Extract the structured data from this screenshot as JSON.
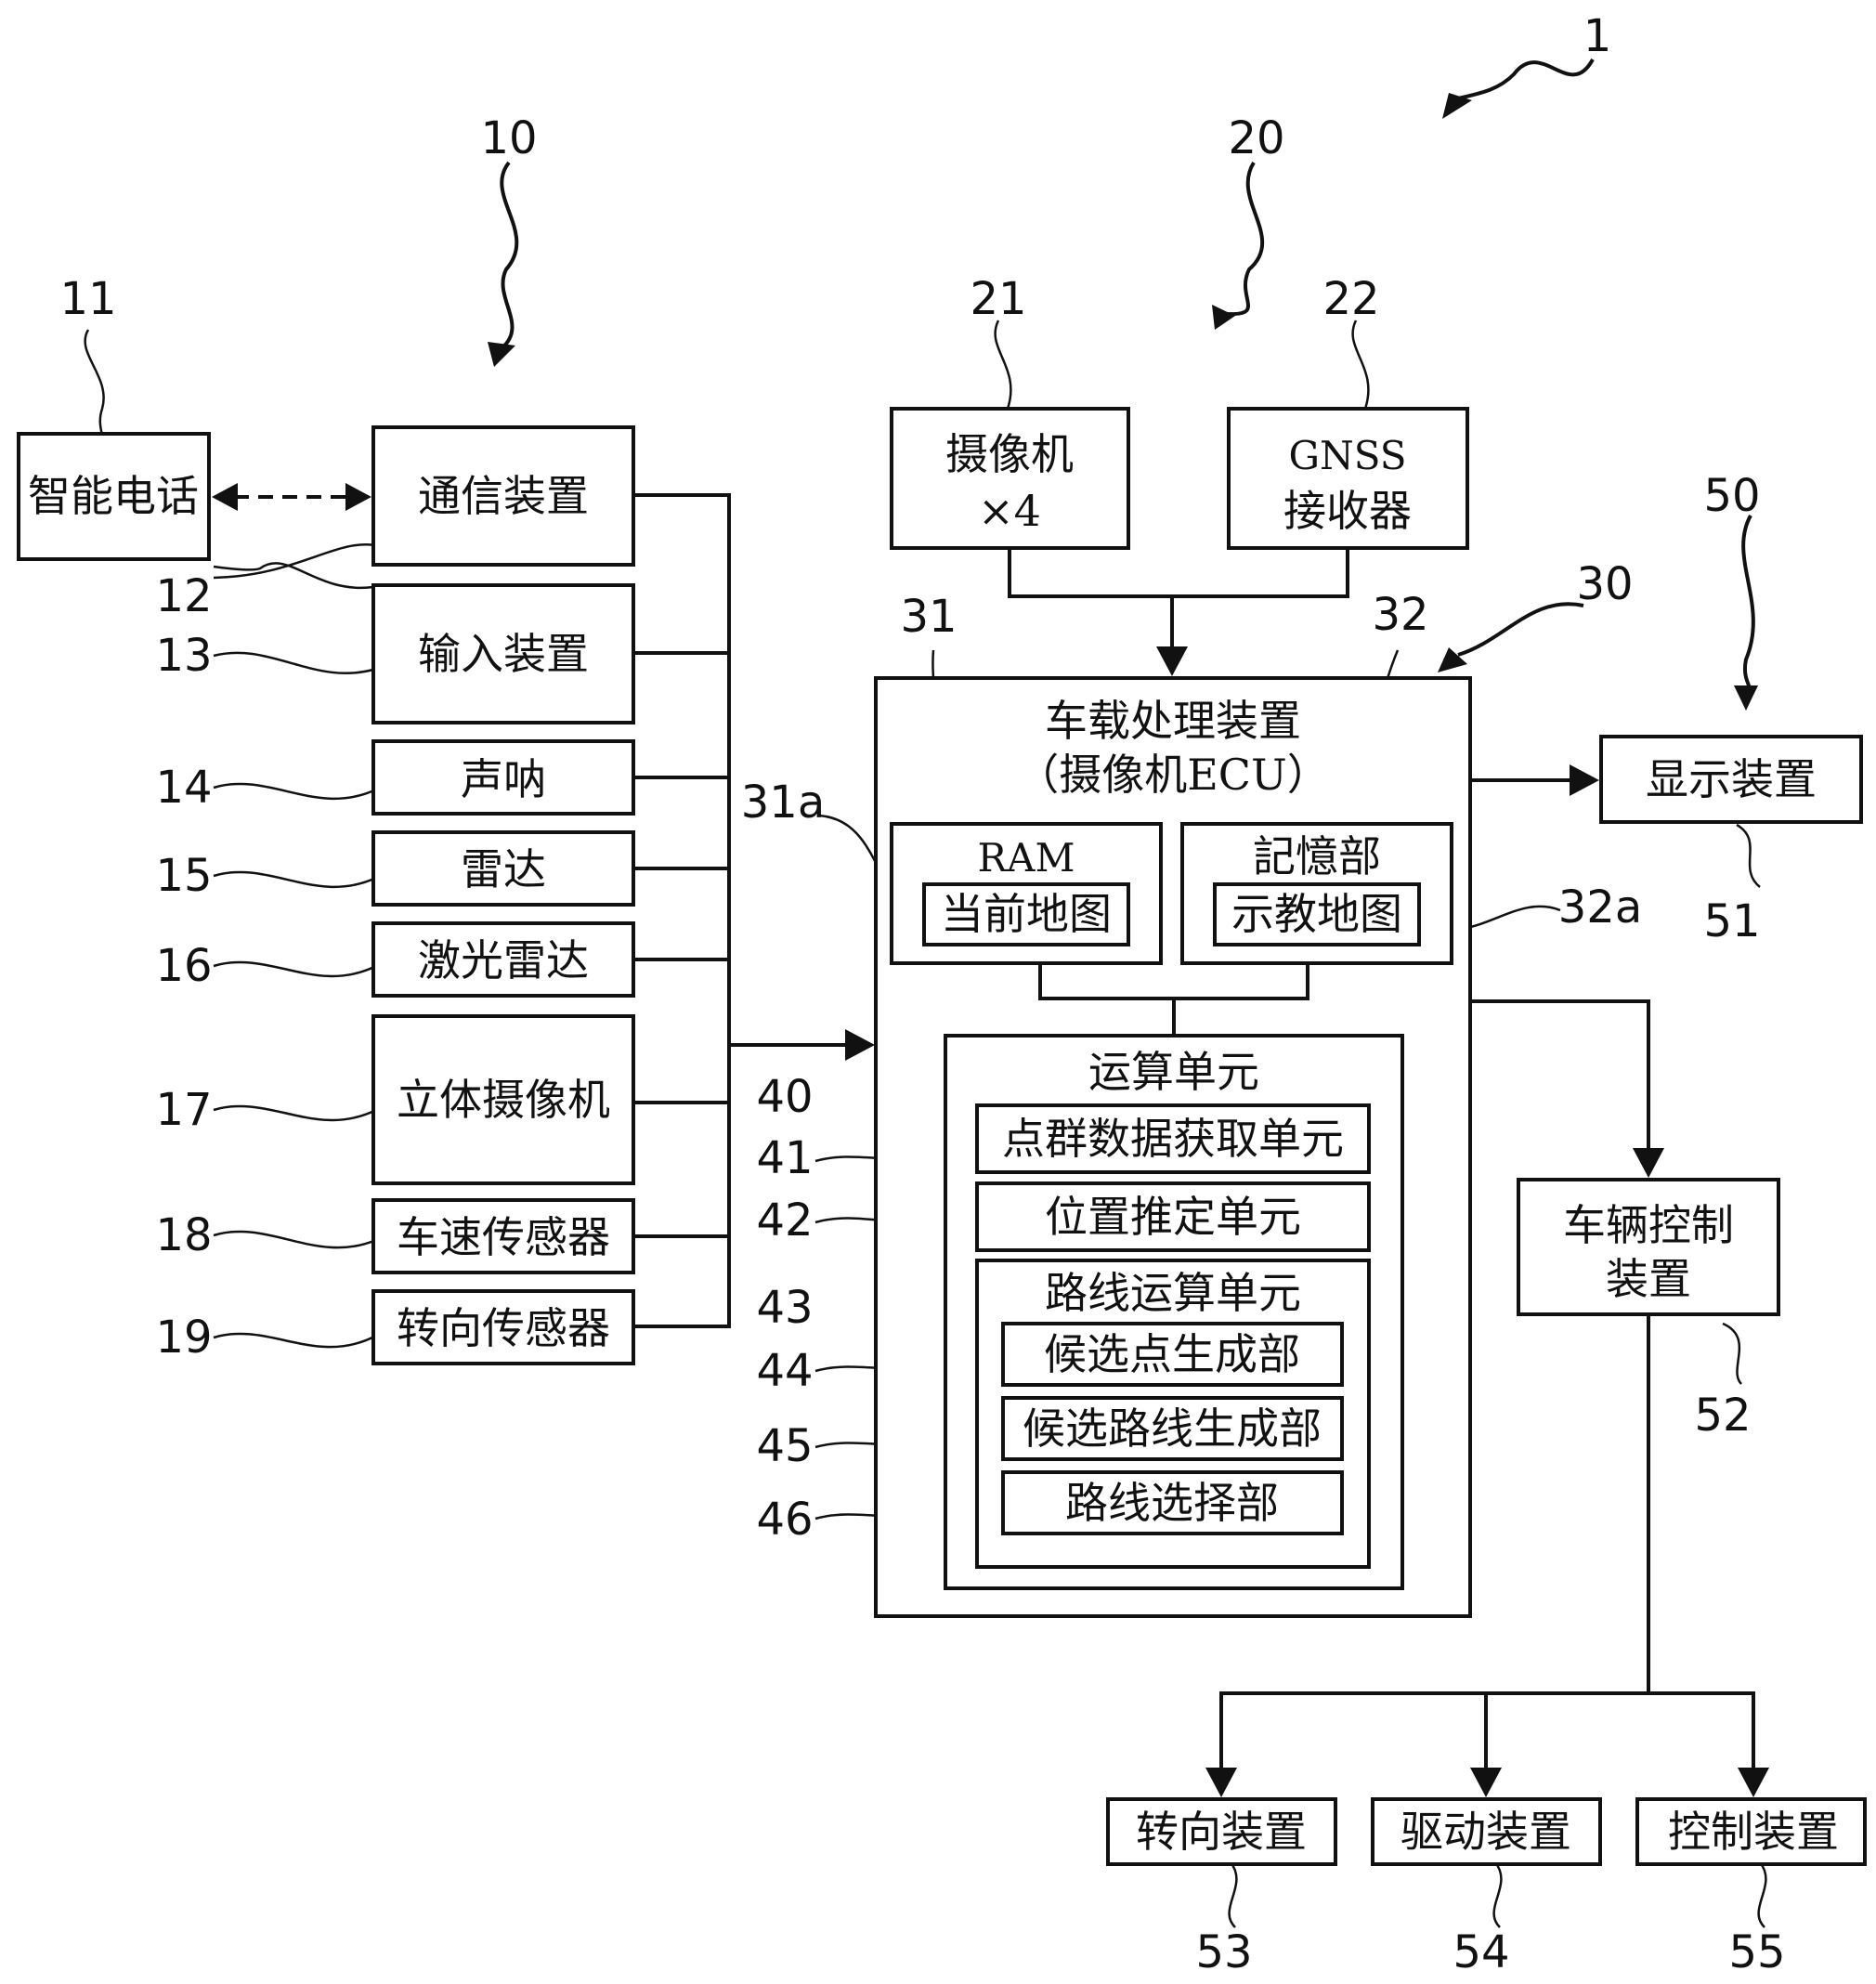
{
  "refs": {
    "r1": "1",
    "r10": "10",
    "r11": "11",
    "r12": "12",
    "r13": "13",
    "r14": "14",
    "r15": "15",
    "r16": "16",
    "r17": "17",
    "r18": "18",
    "r19": "19",
    "r20": "20",
    "r21": "21",
    "r22": "22",
    "r30": "30",
    "r31": "31",
    "r31a": "31a",
    "r32": "32",
    "r32a": "32a",
    "r40": "40",
    "r41": "41",
    "r42": "42",
    "r43": "43",
    "r44": "44",
    "r45": "45",
    "r46": "46",
    "r50": "50",
    "r51": "51",
    "r52": "52",
    "r53": "53",
    "r54": "54",
    "r55": "55"
  },
  "sensors": {
    "smartphone": "智能电话",
    "communication": "通信装置",
    "input": "输入装置",
    "sonar": "声呐",
    "radar": "雷达",
    "lidar": "激光雷达",
    "stereo_camera": "立体摄像机",
    "speed_sensor": "车速传感器",
    "steering_sensor": "转向传感器"
  },
  "cameras": {
    "camera_line1": "摄像机",
    "camera_line2": "×4",
    "gnss_line1": "GNSS",
    "gnss_line2": "接收器"
  },
  "ecu": {
    "title_line1": "车载处理装置",
    "title_line2": "（摄像机ECU）",
    "ram": "RAM",
    "current_map": "当前地图",
    "storage": "記憶部",
    "teaching_map": "示教地图",
    "compute_unit": "运算单元",
    "point_cloud": "点群数据获取单元",
    "position": "位置推定单元",
    "route_compute": "路线运算单元",
    "candidate_point": "候选点生成部",
    "candidate_route": "候选路线生成部",
    "route_select": "路线选择部"
  },
  "outputs": {
    "display": "显示装置",
    "vehicle_control_line1": "车辆控制",
    "vehicle_control_line2": "装置",
    "steering": "转向装置",
    "drive": "驱动装置",
    "control": "控制装置"
  }
}
